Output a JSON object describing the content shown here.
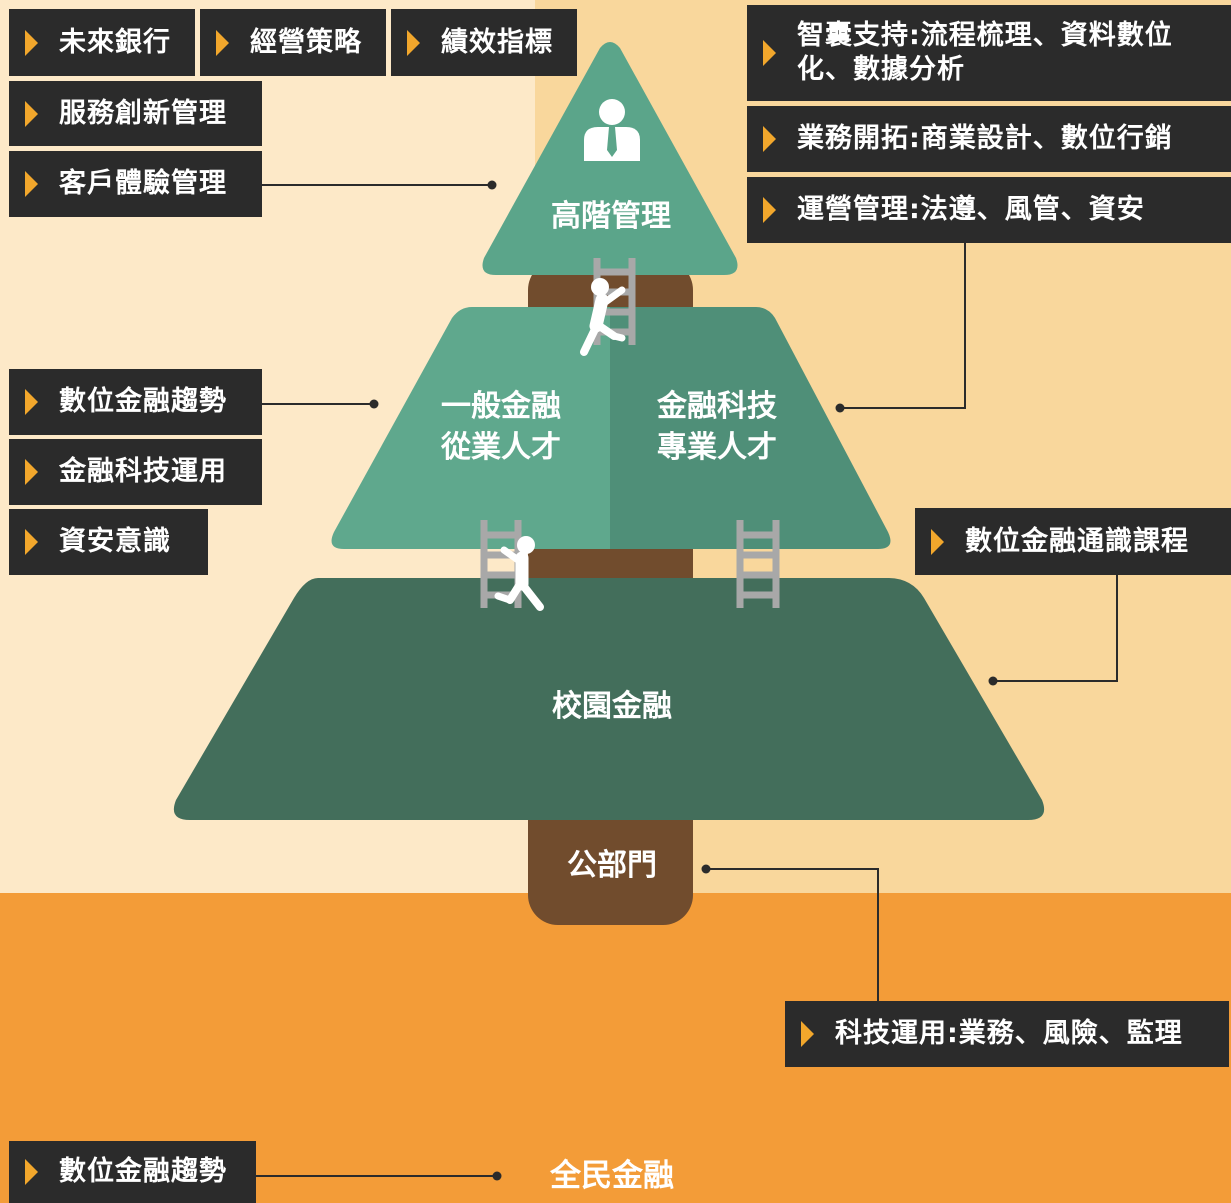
{
  "background": {
    "light": "#fde9c8",
    "mid": "#f9d79c",
    "bottom": "#f39c38"
  },
  "colors": {
    "tier_top": "#5ba58a",
    "tier_middle_left": "#5fa88d",
    "tier_middle_right": "#4f8f78",
    "tier_bottom": "#436e5b",
    "trunk": "#714c2d",
    "tag_bg": "#2b2b2b",
    "tag_arrow": "#f2a72c",
    "ladder": "#a8a8a8"
  },
  "pyramid": {
    "top": {
      "label": "高階管理",
      "icon": "manager-icon"
    },
    "middle_left": {
      "line1": "一般金融",
      "line2": "從業人才"
    },
    "middle_right": {
      "line1": "金融科技",
      "line2": "專業人才"
    },
    "bottom": {
      "label": "校園金融"
    },
    "trunk": {
      "label": "公部門"
    },
    "base": {
      "label": "全民金融"
    }
  },
  "tags": {
    "future_bank": "未來銀行",
    "business_strategy": "經營策略",
    "performance_indicators": "績效指標",
    "service_innovation": "服務創新管理",
    "customer_experience": "客戶體驗管理",
    "think_tank": "智囊支持:流程梳理、資料數位化、數據分析",
    "business_development": "業務開拓:商業設計、數位行銷",
    "operations": "運營管理:法遵、風管、資安",
    "digital_finance_trends": "數位金融趨勢",
    "fintech_application": "金融科技運用",
    "security_awareness": "資安意識",
    "general_course": "數位金融通識課程",
    "tech_application": "科技運用:業務、風險、監理",
    "digital_finance_trends_bottom": "數位金融趨勢"
  }
}
